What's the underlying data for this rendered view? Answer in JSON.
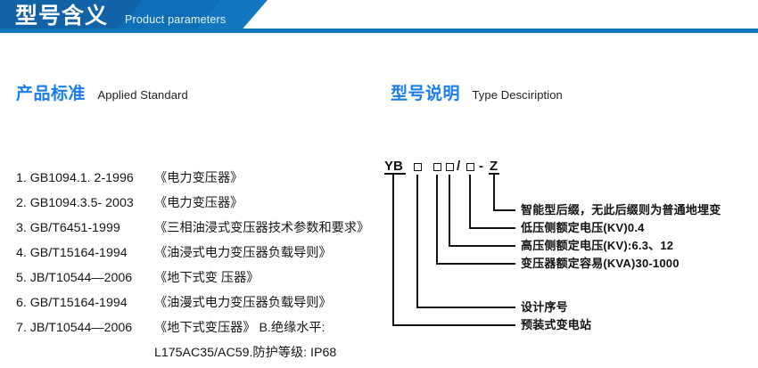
{
  "banner": {
    "title": "型号含义",
    "subtitle": "Product parameters",
    "color_dark": "#1162a6",
    "color_mid": "#0e6fb8",
    "color_light": "#1277c0"
  },
  "left": {
    "heading_cn": "产品标准",
    "heading_en": "Applied Standard",
    "standards": [
      {
        "code": "1. GB1094.1. 2-1996",
        "name": "《电力变压器》"
      },
      {
        "code": "2. GB1094.3.5- 2003",
        "name": "《电力变压器》"
      },
      {
        "code": "3. GB/T6451-1999",
        "name": "《三相油浸式变压器技术参数和要求》"
      },
      {
        "code": "4. GB/T15164-1994",
        "name": "《油浸式电力变压器负载导则》"
      },
      {
        "code": "5. JB/T10544—2006",
        "name": "《地下式变 压器》"
      },
      {
        "code": "6. GB/T15164-1994",
        "name": "《油漫式电力变压器负载导则》"
      },
      {
        "code": "7. JB/T10544—2006",
        "name": "《地下式变压器》 B.绝缘水平:"
      }
    ],
    "continuation": "L175AC35/AC59.防护等级: IP68"
  },
  "right": {
    "heading_cn": "型号说明",
    "heading_en": "Type Desciription",
    "code_parts": [
      {
        "kind": "text",
        "value": "YB"
      },
      {
        "kind": "box",
        "value": ""
      },
      {
        "kind": "box",
        "value": ""
      },
      {
        "kind": "box",
        "value": ""
      },
      {
        "kind": "text",
        "value": "/"
      },
      {
        "kind": "box",
        "value": ""
      },
      {
        "kind": "text",
        "value": "-"
      },
      {
        "kind": "text",
        "value": "Z"
      }
    ],
    "callouts": [
      "智能型后缀，无此后缀则为普通地埋变",
      "低压侧额定电压(KV)0.4",
      "高压侧额定电压(KV):6.3、12",
      "变压器额定容易(KVA)30-1000",
      "设计序号",
      "预装式变电站"
    ]
  }
}
